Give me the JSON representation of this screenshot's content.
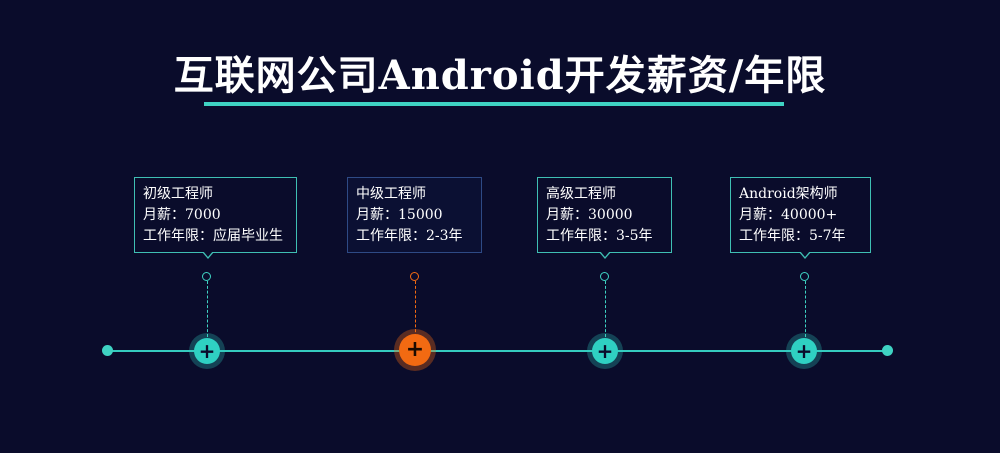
{
  "title": "互联网公司Android开发薪资/年限",
  "colors": {
    "background": "#0a0c2b",
    "accent": "#3fd3c3",
    "highlight": "#f26a12"
  },
  "stages": [
    {
      "role": "初级工程师",
      "salary": "月薪：7000",
      "years": "工作年限：应届毕业生",
      "highlighted": false,
      "node_icon": "+"
    },
    {
      "role": "中级工程师",
      "salary": "月薪：15000",
      "years": "工作年限：2-3年",
      "highlighted": true,
      "node_icon": "+"
    },
    {
      "role": "高级工程师",
      "salary": "月薪：30000",
      "years": "工作年限：3-5年",
      "highlighted": false,
      "node_icon": "+"
    },
    {
      "role": "Android架构师",
      "salary": "月薪：40000+",
      "years": "工作年限：5-7年",
      "highlighted": false,
      "node_icon": "+"
    }
  ]
}
